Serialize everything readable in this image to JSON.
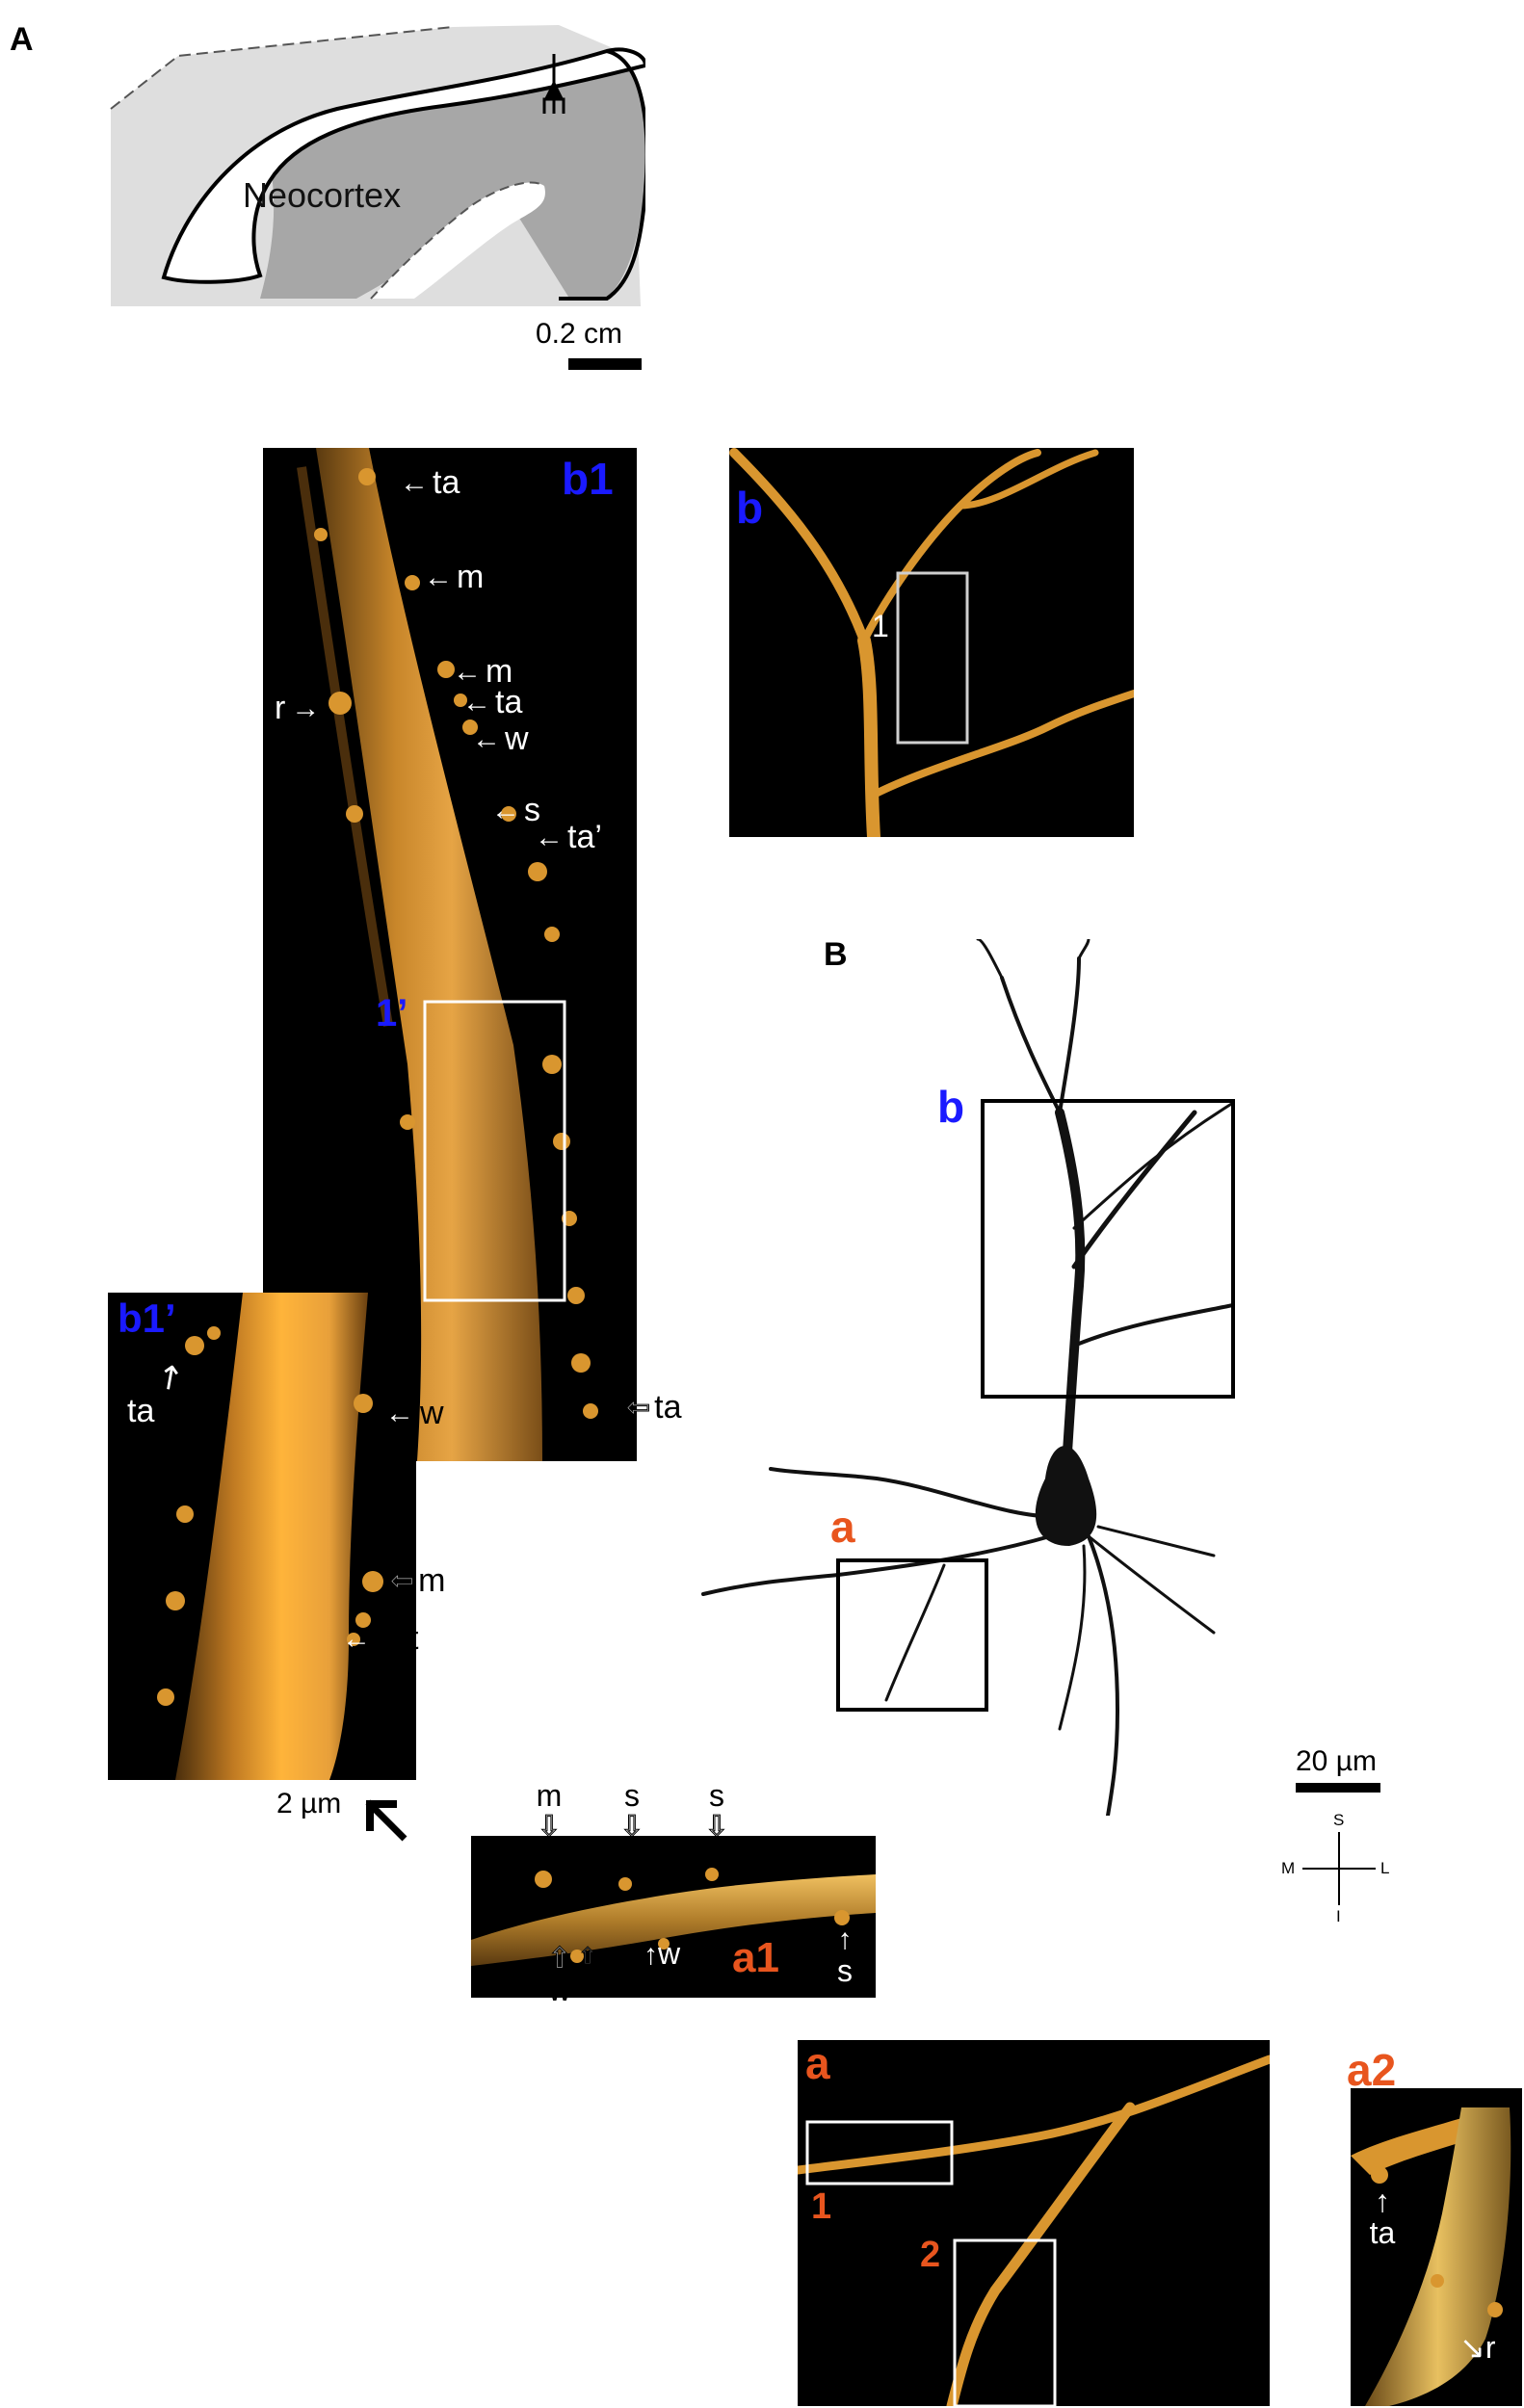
{
  "panel_A": {
    "letter": "A",
    "region_label": "Neocortex",
    "scale_label": "0.2 cm"
  },
  "panel_B": {
    "letter": "B",
    "box_b_label": "b",
    "box_a_label": "a",
    "scale_label": "20 µm",
    "compass": {
      "top": "S",
      "left": "M",
      "right": "L",
      "bottom": "I"
    }
  },
  "panel_b1": {
    "label": "b1",
    "box_label": "1’",
    "arrows": [
      {
        "id": "ta1",
        "text": "ta"
      },
      {
        "id": "m1",
        "text": "m"
      },
      {
        "id": "m2",
        "text": "m"
      },
      {
        "id": "ta2",
        "text": "ta"
      },
      {
        "id": "r",
        "text": "r"
      },
      {
        "id": "w",
        "text": "w"
      },
      {
        "id": "s",
        "text": "s"
      },
      {
        "id": "taprime",
        "text": "ta’"
      },
      {
        "id": "ta3",
        "text": "ta"
      }
    ]
  },
  "panel_b": {
    "label": "b",
    "box_label": "1"
  },
  "panel_b1p": {
    "label": "b1’",
    "arrows": [
      {
        "id": "ta",
        "text": "ta"
      },
      {
        "id": "w",
        "text": "w"
      },
      {
        "id": "m",
        "text": "m"
      },
      {
        "id": "t",
        "text": "t"
      }
    ],
    "scale_label": "2 µm"
  },
  "panel_a1": {
    "label": "a1",
    "top_arrows": [
      {
        "id": "m",
        "text": "m"
      },
      {
        "id": "s1",
        "text": "s"
      },
      {
        "id": "s2",
        "text": "s"
      }
    ],
    "bottom_arrows": [
      {
        "id": "w1",
        "text": "w"
      },
      {
        "id": "t",
        "text": "t"
      },
      {
        "id": "w2",
        "text": "w"
      },
      {
        "id": "s3",
        "text": "s"
      }
    ]
  },
  "panel_a": {
    "label": "a",
    "box1_label": "1",
    "box2_label": "2"
  },
  "panel_a2": {
    "label": "a2",
    "arrows": [
      {
        "id": "ta",
        "text": "ta"
      },
      {
        "id": "r",
        "text": "r"
      }
    ]
  },
  "colors": {
    "dendrite_orange": "#d9962f",
    "dendrite_bright": "#ffb43a",
    "label_blue": "#1a1aff",
    "label_red": "#e8551e",
    "cortex_gray": "#a9a9a9",
    "cortex_light": "#dcdcdc"
  }
}
